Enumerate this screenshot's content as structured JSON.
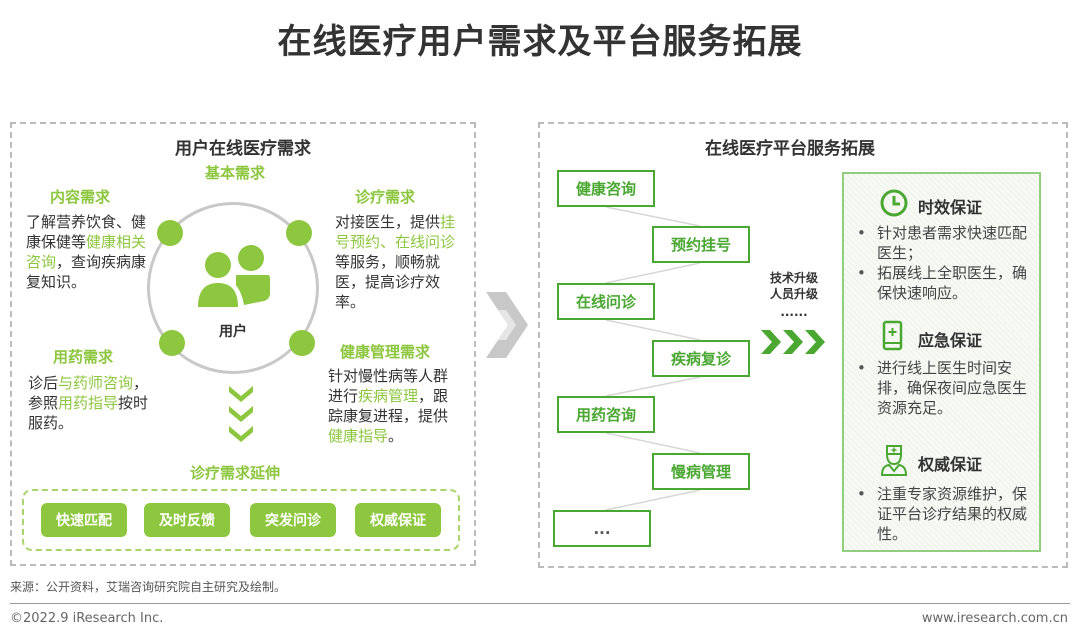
{
  "title": "在线医疗用户需求及平台服务拓展",
  "left": {
    "title": "用户在线医疗需求",
    "basic": "基本需求",
    "center": "用户",
    "content": {
      "heading": "内容需求",
      "segs": [
        "了解营养饮食、健康保健等",
        "健康相关咨询",
        "，查询疾病康复知识。"
      ]
    },
    "diagnosis": {
      "heading": "诊疗需求",
      "segs": [
        "对接医生，提供",
        "挂号预约、在线问诊",
        "等服务，顺畅就医，提高诊疗效率。"
      ]
    },
    "medicine": {
      "heading": "用药需求",
      "segs": [
        "诊后",
        "与药师咨询",
        "，参照",
        "用药指导",
        "按时服药。"
      ]
    },
    "health": {
      "heading": "健康管理需求",
      "segs": [
        "针对慢性病等人群进行",
        "疾病管理",
        "，跟踪康复进程，提供",
        "健康指导",
        "。"
      ]
    },
    "extension": {
      "title": "诊疗需求延伸",
      "items": [
        "快速匹配",
        "及时反馈",
        "突发问诊",
        "权威保证"
      ]
    }
  },
  "right": {
    "title": "在线医疗平台服务拓展",
    "services": [
      "健康咨询",
      "预约挂号",
      "在线问诊",
      "疾病复诊",
      "用药咨询",
      "慢病管理",
      "..."
    ],
    "upgrade": [
      "技术升级",
      "人员升级",
      "......"
    ],
    "guarantees": [
      {
        "icon": "clock-icon",
        "title": "时效保证",
        "bullets": [
          "针对患者需求快速匹配医生；",
          "拓展线上全职医生，确保快速响应。"
        ]
      },
      {
        "icon": "phone-plus-icon",
        "title": "应急保证",
        "bullets": [
          "进行线上医生时间安排，确保夜间应急医生资源充足。"
        ]
      },
      {
        "icon": "doctor-icon",
        "title": "权威保证",
        "bullets": [
          "注重专家资源维护，保证平台诊疗结果的权威性。"
        ]
      }
    ]
  },
  "footer": {
    "source": "来源：公开资料，艾瑞咨询研究院自主研究及绘制。",
    "copyright": "©2022.9 iResearch Inc.",
    "website": "www.iresearch.com.cn"
  },
  "colors": {
    "lime": "#8dc63f",
    "green": "#4aa832"
  }
}
